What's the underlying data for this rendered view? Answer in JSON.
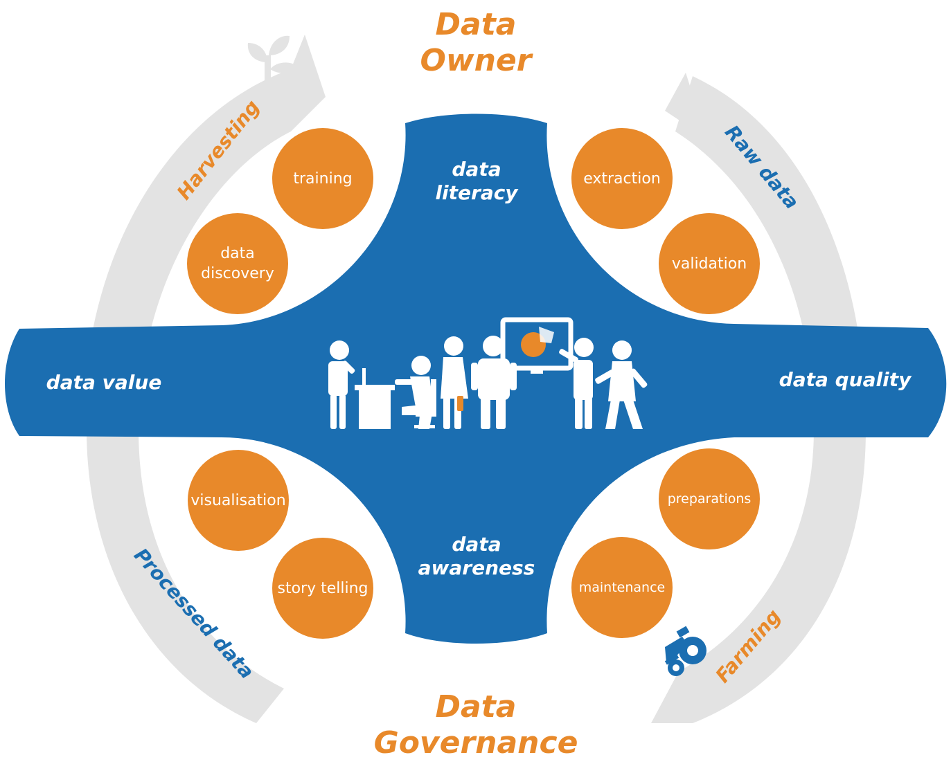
{
  "titles": {
    "top": [
      "Data",
      "Owner"
    ],
    "bottom": [
      "Data",
      "Governance"
    ]
  },
  "axes": {
    "top": [
      "data",
      "literacy"
    ],
    "left": "data value",
    "right": "data quality",
    "bottom": [
      "data",
      "awareness"
    ]
  },
  "cycle_labels": {
    "harvesting": "Harvesting",
    "raw_data": "Raw data",
    "farming": "Farming",
    "processed_data": "Processed data"
  },
  "circles": {
    "training": [
      "training"
    ],
    "data_discovery": [
      "data",
      "discovery"
    ],
    "extraction": [
      "extraction"
    ],
    "validation": [
      "validation"
    ],
    "visualisation": [
      "visualisation"
    ],
    "story_telling": [
      "story telling"
    ],
    "preparations": [
      "preparations"
    ],
    "maintenance": [
      "maintenance"
    ]
  },
  "icons": {
    "plant": "sprout-icon",
    "tractor": "tractor-icon",
    "team": "team-presentation-icon",
    "pie": "pie-chart-icon"
  },
  "colors": {
    "blue": "#1b6eb1",
    "orange": "#e8892a",
    "arrow_gray": "#e3e3e3",
    "white": "#ffffff"
  }
}
